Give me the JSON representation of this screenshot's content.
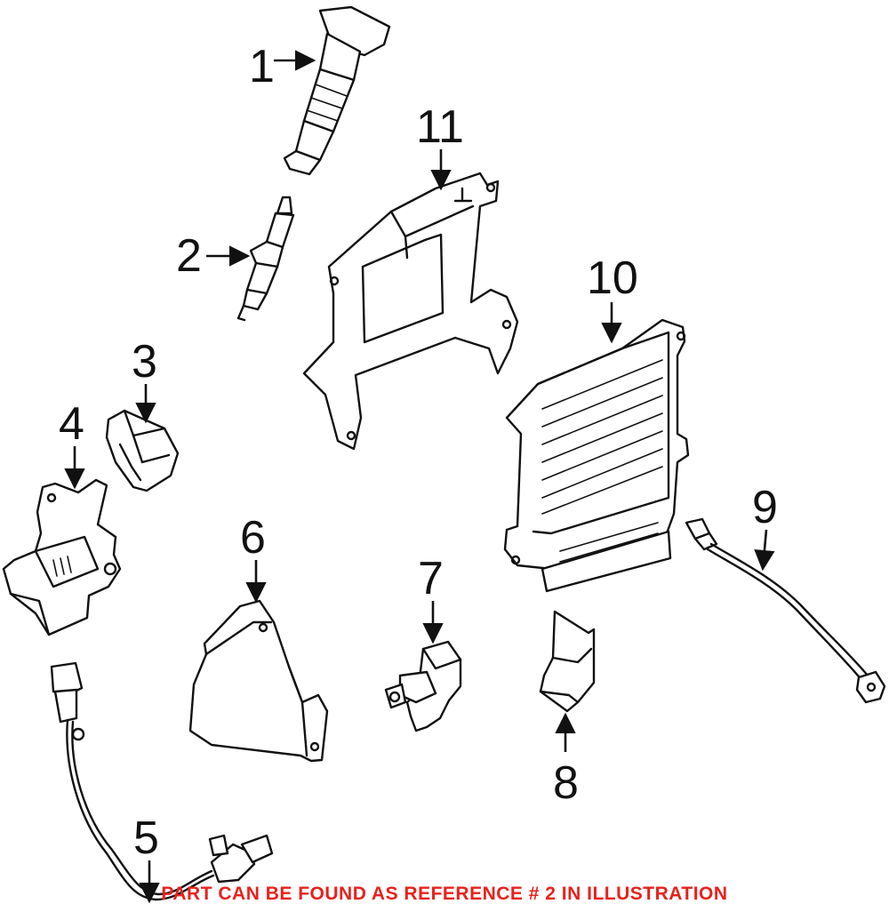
{
  "labels": {
    "1": "1",
    "2": "2",
    "3": "3",
    "4": "4",
    "5": "5",
    "6": "6",
    "7": "7",
    "8": "8",
    "9": "9",
    "10": "10",
    "11": "11"
  },
  "note": "PART CAN BE FOUND AS REFERENCE # 2 IN ILLUSTRATION",
  "colors": {
    "note": "#e8221c",
    "lines": "#111111",
    "background": "#ffffff"
  }
}
